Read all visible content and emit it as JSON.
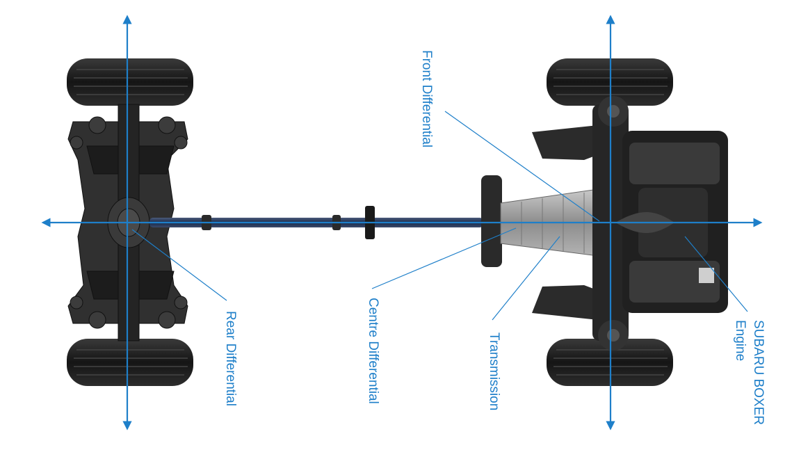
{
  "labels": {
    "front_differential": "Front Differential",
    "rear_differential": "Rear Differential",
    "centre_differential": "Centre Differential",
    "transmission": "Transmission",
    "engine_line1": "SUBARU BOXER",
    "engine_line2": "Engine"
  },
  "colors": {
    "accent": "#1e7fc9",
    "tyre": "#1f1f1f",
    "chassis": "#2a2a2a",
    "metal": "#9a9a9a"
  }
}
